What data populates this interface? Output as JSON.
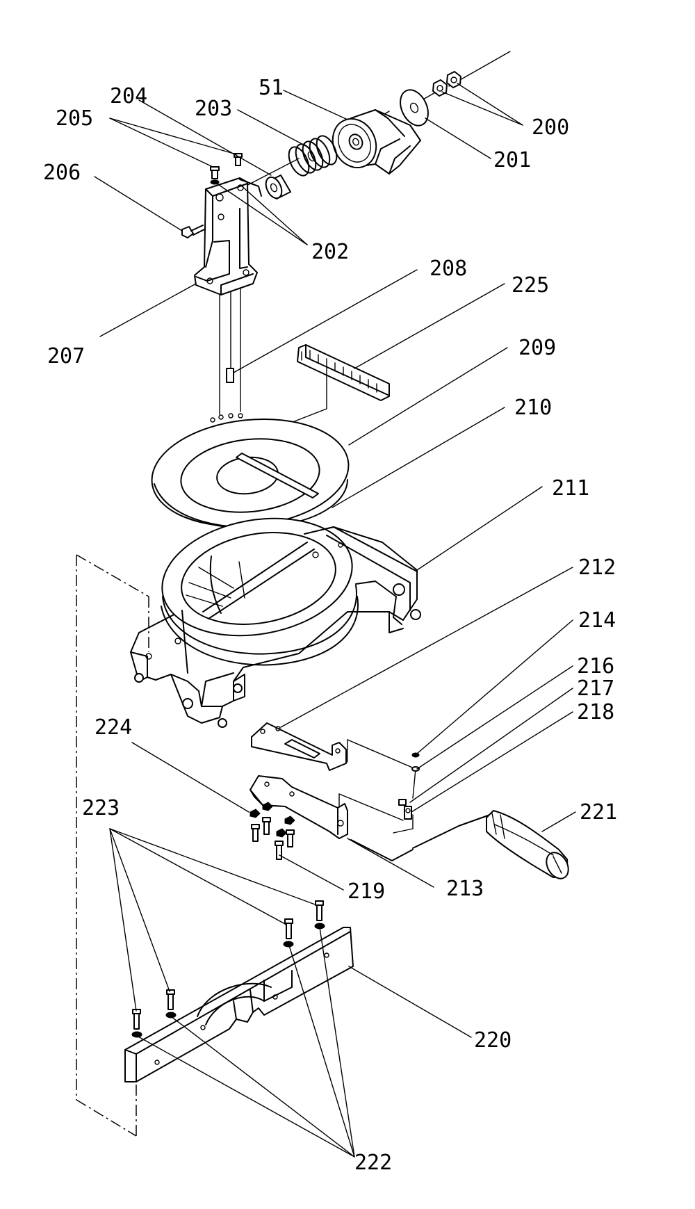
{
  "labels": {
    "l200": "200",
    "l201": "201",
    "l51": "51",
    "l202": "202",
    "l203": "203",
    "l204": "204",
    "l205": "205",
    "l206": "206",
    "l207": "207",
    "l208": "208",
    "l209": "209",
    "l210": "210",
    "l211": "211",
    "l212": "212",
    "l213": "213",
    "l214": "214",
    "l216": "216",
    "l217": "217",
    "l218": "218",
    "l219": "219",
    "l220": "220",
    "l221": "221",
    "l222": "222",
    "l223": "223",
    "l224": "224",
    "l225": "225"
  }
}
